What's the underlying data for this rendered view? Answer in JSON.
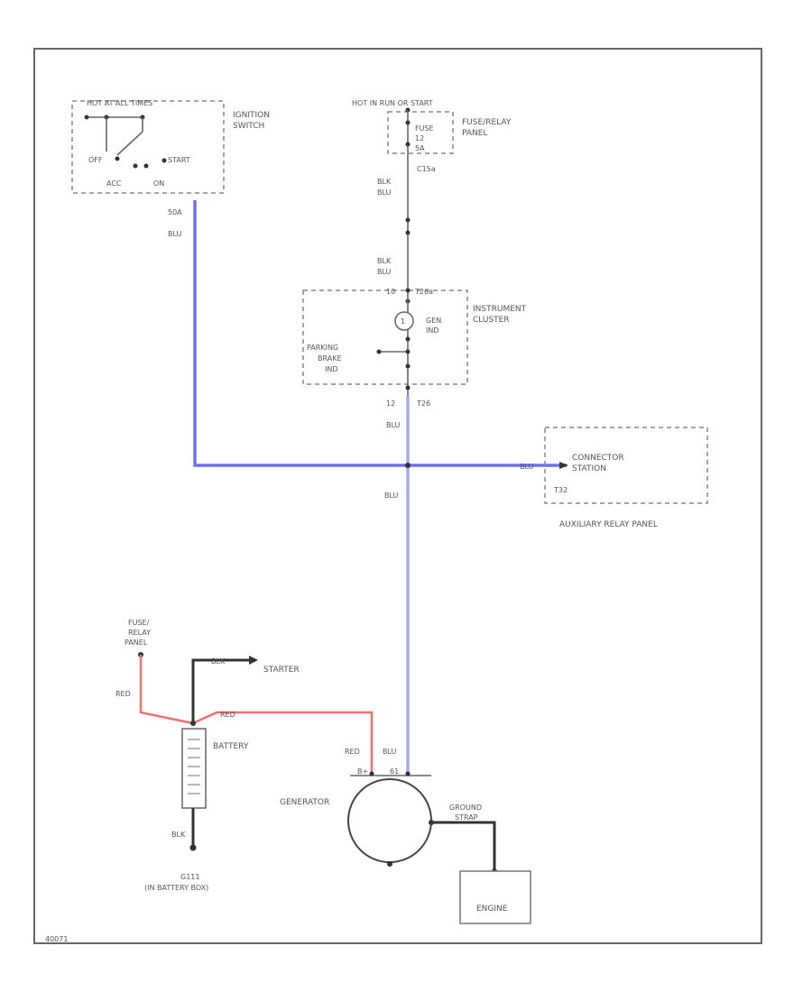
{
  "colors": {
    "blu_wire": "#7070ee",
    "blu_wire_light": "#a8a8f0",
    "red_wire": "#f07070",
    "frame": "#666666"
  },
  "ignition": {
    "top_label": "HOT AT ALL TIMES",
    "switch_label_1": "IGNITION",
    "switch_label_2": "SWITCH",
    "pos_off": "OFF",
    "pos_start": "START",
    "pos_acc": "ACC",
    "pos_on": "ON",
    "terminal": "50A",
    "wire": "BLU"
  },
  "fuse_panel_top": {
    "hot_label": "HOT IN RUN OR START",
    "fuse_1": "FUSE",
    "fuse_2": "12",
    "fuse_3": "5A",
    "connector": "C15a",
    "panel_1": "FUSE/RELAY",
    "panel_2": "PANEL",
    "wire_1a": "BLK",
    "wire_1b": "BLU",
    "wire_2a": "BLK",
    "wire_2b": "BLU"
  },
  "cluster": {
    "label_1": "INSTRUMENT",
    "label_2": "CLUSTER",
    "pin_top_left": "10",
    "pin_top_right": "T26a",
    "gen_1": "GEN",
    "gen_2": "IND",
    "brake_1": "PARKING",
    "brake_2": "BRAKE",
    "brake_3": "IND",
    "pin_bot_left": "12",
    "pin_bot_right": "T26",
    "wire": "BLU"
  },
  "connector_station": {
    "wire": "BLU",
    "label_1": "CONNECTOR",
    "label_2": "STATION",
    "pin": "T32",
    "panel": "AUXILIARY RELAY PANEL"
  },
  "vertical_wire_label": "BLU",
  "battery_section": {
    "fuse_relay_1": "FUSE/",
    "fuse_relay_2": "RELAY",
    "fuse_relay_3": "PANEL",
    "red_left": "RED",
    "red_right": "RED",
    "starter_wire": "BLK",
    "starter": "STARTER",
    "battery": "BATTERY",
    "ground_wire": "BLK",
    "ground_1": "G111",
    "ground_2": "(IN BATTERY BOX)"
  },
  "generator": {
    "label": "GENERATOR",
    "red": "RED",
    "blu": "BLU",
    "pin_a": "B+",
    "pin_b": "61",
    "ground_1": "GROUND",
    "ground_2": "STRAP",
    "engine": "ENGINE"
  },
  "corner_id": "40071"
}
